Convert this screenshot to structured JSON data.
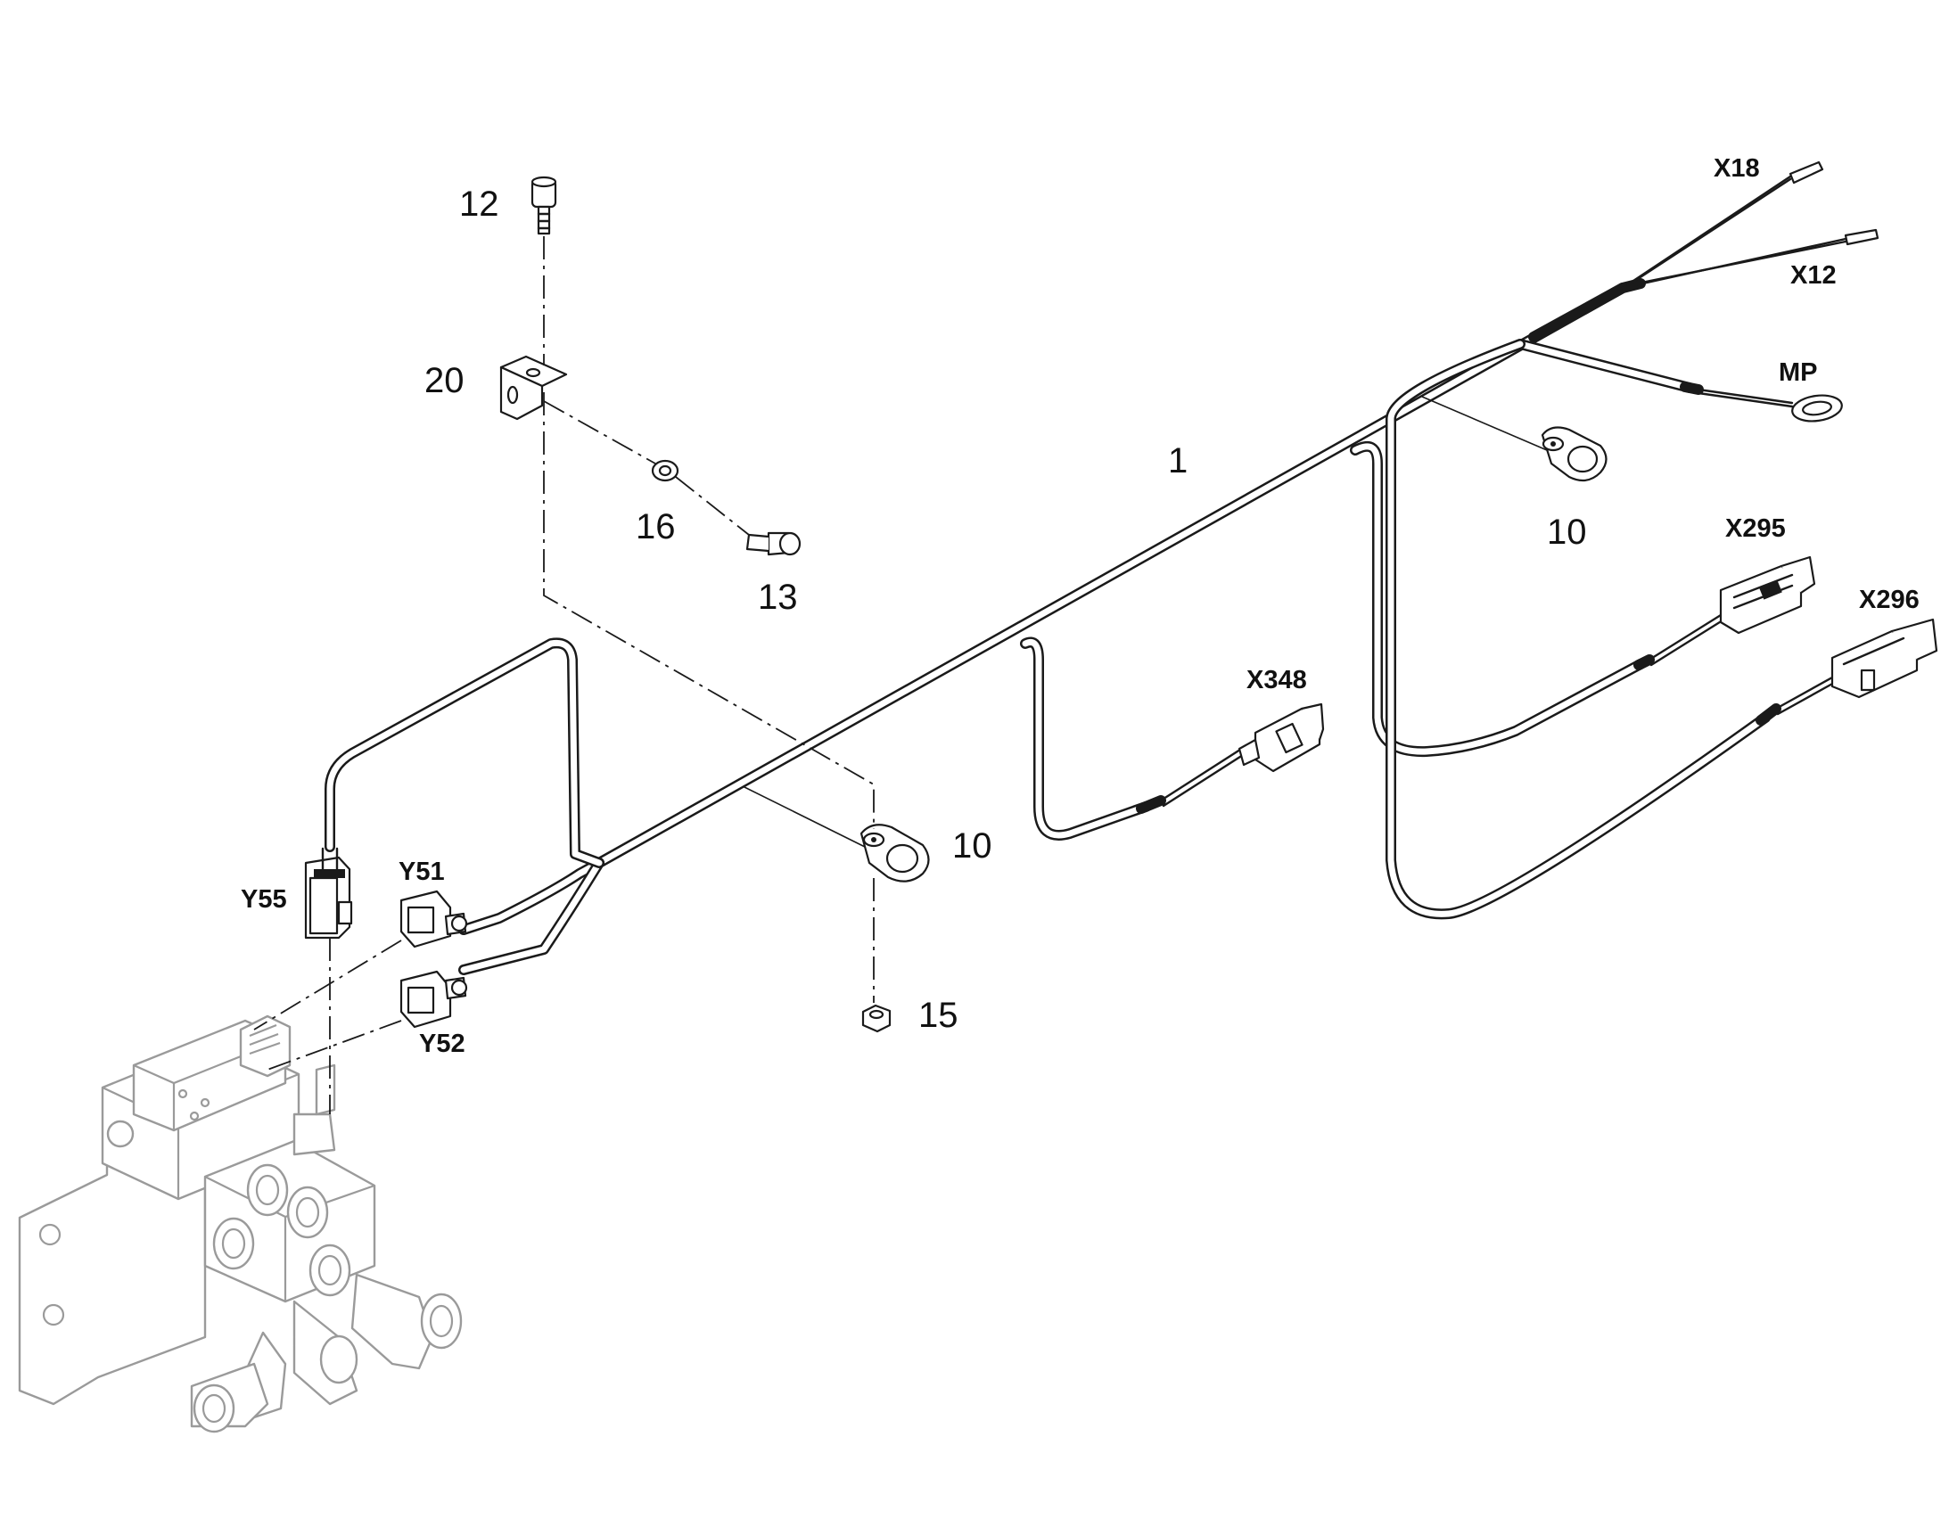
{
  "callouts": {
    "c1": "1",
    "c10a": "10",
    "c10b": "10",
    "c12": "12",
    "c13": "13",
    "c15": "15",
    "c16": "16",
    "c20": "20"
  },
  "connectors": {
    "x18": "X18",
    "x12": "X12",
    "mp": "MP",
    "x295": "X295",
    "x296": "X296",
    "x348": "X348",
    "y51": "Y51",
    "y52": "Y52",
    "y55": "Y55"
  },
  "colors": {
    "line": "#1a1a1a",
    "ghost_part": "#9a9a9a",
    "background": "#ffffff"
  }
}
